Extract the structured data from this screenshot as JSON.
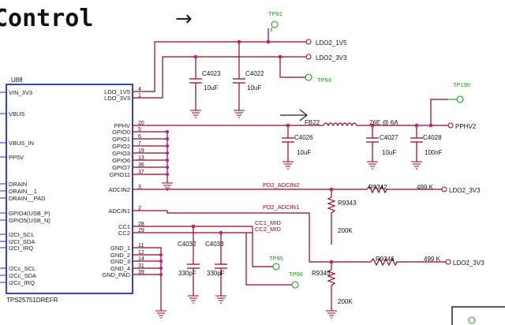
{
  "title": "Control",
  "arrow_glyph": "→",
  "ic": {
    "ref": "U88",
    "part": "TPS25751DREFR",
    "left_pins": [
      "VIN_3V3",
      "VBUS",
      "VBUS_IN",
      "PP5V",
      "DRAIN",
      "DRAIN__1",
      "DRAIN__PAD",
      "GPIO4(USB_P)",
      "GPIO5(USB_N)",
      "I2Ct_SCL",
      "I2Ct_SDA",
      "I2Ct_IRQ",
      "I2Cc_SCL",
      "I2Cc_SDA",
      "I2Cc_IRQ"
    ],
    "right_pins": [
      "LDO_1V5",
      "LDO_3V3",
      "PPHV",
      "GPIO0",
      "GPIO1",
      "GPIO2",
      "GPIO3",
      "GPIO6",
      "GPIO7",
      "GPIO11",
      "ADCIN2",
      "ADCIN1",
      "CC1",
      "CC2",
      "GND_1",
      "GND_2",
      "GND_3",
      "GND_4",
      "GND_PAD"
    ],
    "pin_numbers": [
      "4",
      "1",
      "20",
      "5",
      "6",
      "7",
      "19",
      "13",
      "36",
      "37",
      "3",
      "2",
      "28",
      "29",
      "11",
      "12",
      "14",
      "31",
      "39"
    ]
  },
  "components": {
    "C4023": {
      "ref": "C4023",
      "value": "10uF"
    },
    "C4022": {
      "ref": "C4022",
      "value": "10uF"
    },
    "C4026": {
      "ref": "C4026",
      "value": "10uF"
    },
    "C4027": {
      "ref": "C4027",
      "value": "10uF"
    },
    "C4028": {
      "ref": "C4028",
      "value": "100nF"
    },
    "C4032": {
      "ref": "C4032",
      "value": "330pF"
    },
    "C4033": {
      "ref": "C4033",
      "value": "330pF"
    },
    "R9342": {
      "ref": "R9342",
      "value": "499 K"
    },
    "R9343": {
      "ref": "R9343",
      "value": "200K"
    },
    "R9346": {
      "ref": "R9346",
      "value": "499 K"
    },
    "R9345": {
      "ref": "R9345",
      "value": "200K"
    },
    "FB22": {
      "ref": "FB22",
      "value": "26E @ 6A"
    }
  },
  "nets": {
    "ldo2_1v5": "LDO2_1V5",
    "ldo2_3v3_top": "LDO2_3V3",
    "pphv2": "PPHV2",
    "pd2_adcin2": "PD2_ADCIN2",
    "pd2_adcin1": "PD2_ADCIN1",
    "cc1_mid": "CC1_MID",
    "cc2_mid": "CC2_MID",
    "ldo2_3v3_r1": "LDO2_3V3",
    "ldo2_3v3_r2": "LDO2_3V3"
  },
  "testpoints": {
    "tp91": "TP91",
    "tp93": "TP93",
    "tp190": "TP190",
    "tp95": "TP95",
    "tp96": "TP96"
  },
  "colors": {
    "wire": "#a0001a",
    "ic_outline": "#1d2fc8",
    "testpoint": "#17a317",
    "junction": "#c01888"
  }
}
